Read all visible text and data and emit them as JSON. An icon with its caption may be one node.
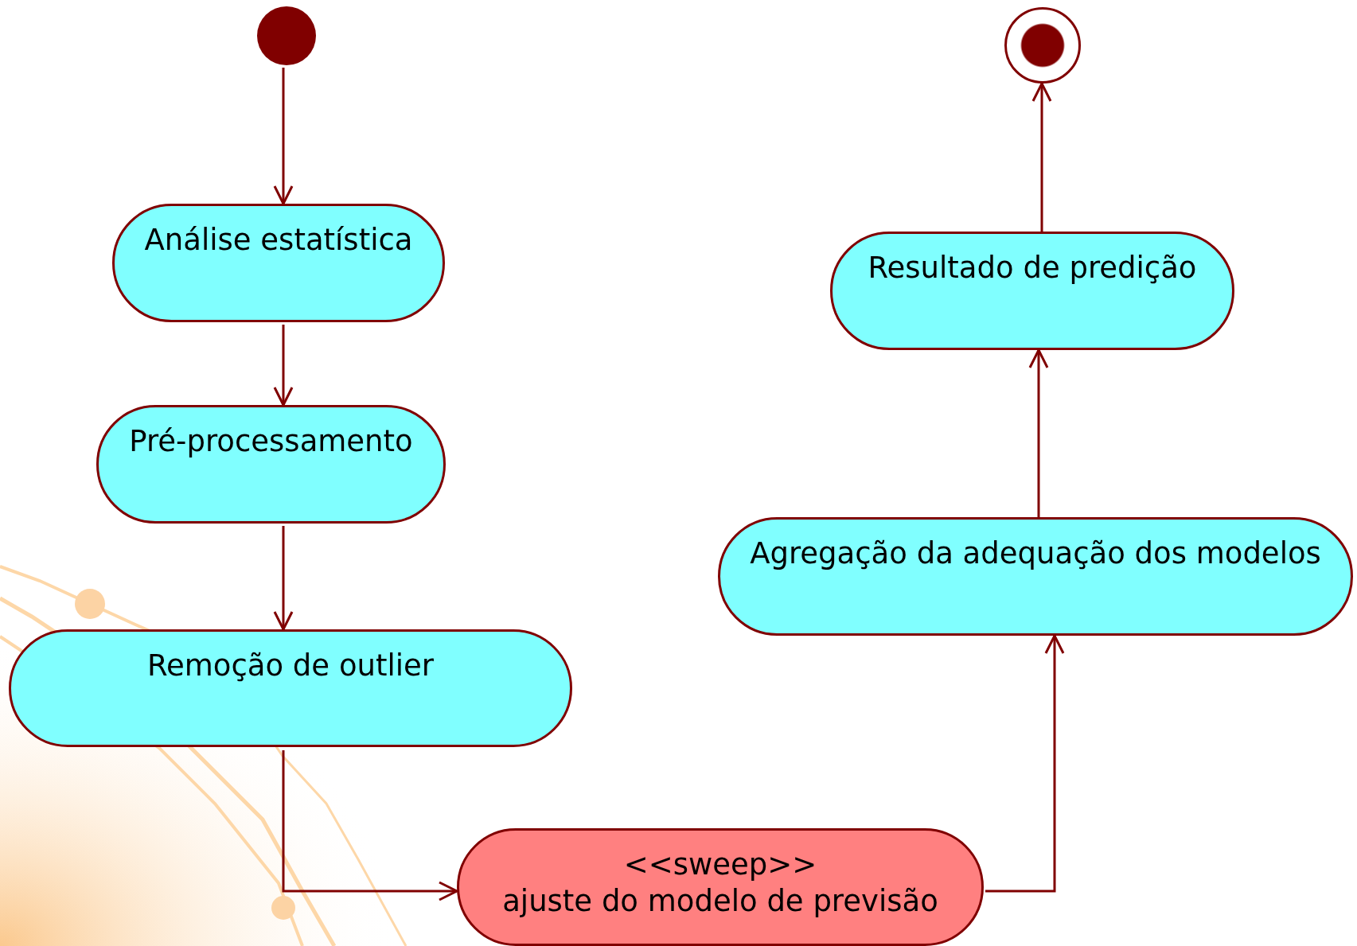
{
  "diagram": {
    "nodes": [
      {
        "text": [],
        "shape": "circle"
      },
      {
        "text": [
          "Análise estatística"
        ]
      },
      {
        "text": [
          "Pré-processamento"
        ]
      },
      {
        "text": [
          "Remoção de outlier"
        ]
      },
      {
        "text": [
          "<<sweep>>",
          "ajuste do modelo de previsão"
        ]
      },
      {
        "text": [
          "Agregação da adequação dos modelos"
        ]
      },
      {
        "text": [
          "Resultado de predição"
        ]
      },
      {
        "text": [],
        "shape": "bullseye"
      }
    ],
    "edges": [
      {
        "from": 0,
        "to": 1,
        "arrow": "to"
      },
      {
        "from": 1,
        "to": 2,
        "arrow": "to"
      },
      {
        "from": 2,
        "to": 3,
        "arrow": "to"
      },
      {
        "from": 3,
        "to": 4,
        "arrow": "to"
      },
      {
        "from": 4,
        "to": 5,
        "arrow": "to"
      },
      {
        "from": 5,
        "to": 6,
        "arrow": "to"
      },
      {
        "from": 6,
        "to": 7,
        "arrow": "to"
      }
    ]
  }
}
